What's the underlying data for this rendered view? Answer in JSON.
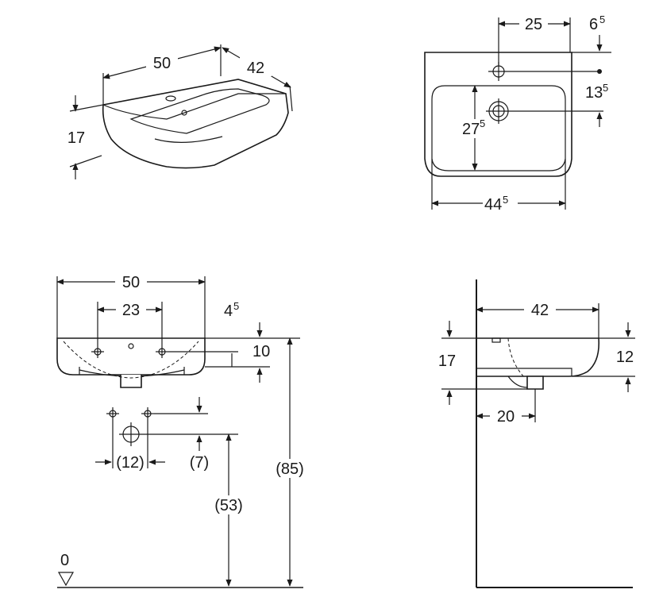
{
  "perspective_view": {
    "width": "50",
    "depth": "42",
    "height": "17"
  },
  "top_view": {
    "tap_offset": "25",
    "edge_offset_main": "6",
    "edge_offset_sup": "5",
    "tap_depth_main": "13",
    "tap_depth_sup": "5",
    "bowl_depth_main": "27",
    "bowl_depth_sup": "5",
    "inner_width_main": "44",
    "inner_width_sup": "5"
  },
  "front_view": {
    "width": "50",
    "fixing_spacing": "23",
    "fixing_height_main": "4",
    "fixing_height_sup": "5",
    "overflow_height": "10",
    "supply_spacing": "(12)",
    "supply_drop": "(7)",
    "drain_height": "(53)",
    "mounting_height": "(85)",
    "floor_level": "0"
  },
  "side_view": {
    "depth": "42",
    "height": "17",
    "rim_height": "12",
    "drain_offset": "20"
  }
}
